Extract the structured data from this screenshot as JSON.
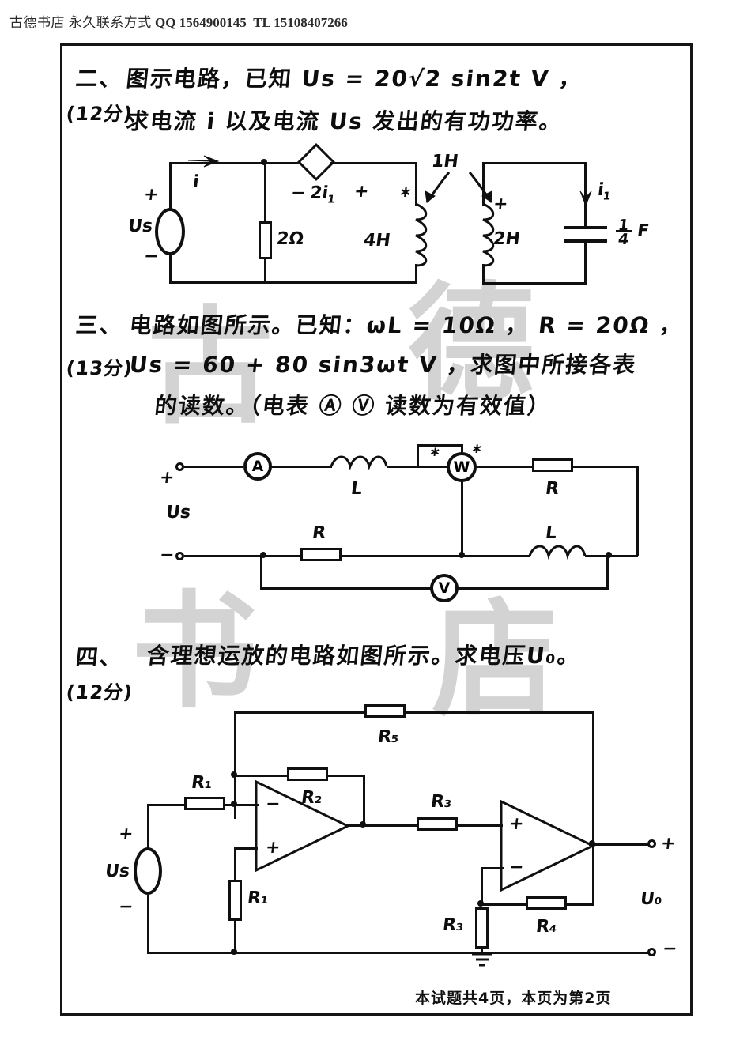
{
  "header": {
    "shop_name": "古德书店 永久联系方式",
    "qq": "QQ 1564900145",
    "tel": "TL 15108407266"
  },
  "watermark": {
    "chars": [
      "古",
      "德",
      "书",
      "店"
    ],
    "color": "#d3d3d3"
  },
  "problems": [
    {
      "number": "二、",
      "points": "(12分)",
      "line1": "图示电路，已知 Us = 20√2 sin2t V ，",
      "line2": "求电流 i 以及电流 Us 发出的有功功率。",
      "circuit": {
        "source_label": "Us",
        "plus": "+",
        "minus": "−",
        "current_i": "i",
        "resistor": "2Ω",
        "dep_source_label": "−2i₁+",
        "dep_minus": "−",
        "dep_expr": "2i",
        "dep_sub": "1",
        "dep_plus": "+",
        "inductor_left": "4H",
        "inductor_right": "2H",
        "mutual": "1H",
        "cap_num": "1",
        "cap_den": "4",
        "cap_unit": "F",
        "current_i1": "i",
        "current_i1_sub": "1",
        "dot_marker": "∗",
        "coil_plus": "+"
      }
    },
    {
      "number": "三、",
      "points": "(13分)",
      "line1": "电路如图所示。已知：ωL = 10Ω ， R = 20Ω ，",
      "line2": "Us = 60 + 80 sin3ωt V ，求图中所接各表",
      "line3": "的读数。（电表 Ⓐ  Ⓥ 读数为有效值）",
      "circuit": {
        "source_label": "Us",
        "plus": "+",
        "minus": "−",
        "ammeter": "A",
        "wattmeter": "W",
        "voltmeter": "V",
        "inductor_top": "L",
        "inductor_right": "L",
        "resistor_top": "R",
        "resistor_bottom": "R",
        "dot_marker": "∗"
      }
    },
    {
      "number": "四、",
      "points": "(12分)",
      "line1": "含理想运放的电路如图所示。求电压U₀。",
      "circuit": {
        "source_label": "Us",
        "plus": "+",
        "minus": "−",
        "r1_top": "R₁",
        "r1_bottom": "R₁",
        "r2": "R₂",
        "r3_mid": "R₃",
        "r3_bottom": "R₃",
        "r4": "R₄",
        "r5": "R₅",
        "out_label": "U₀",
        "out_plus": "+",
        "out_minus": "−",
        "opamp_minus": "−",
        "opamp_plus": "+"
      }
    }
  ],
  "footer": {
    "note": "本试题共4页，本页为第2页"
  }
}
